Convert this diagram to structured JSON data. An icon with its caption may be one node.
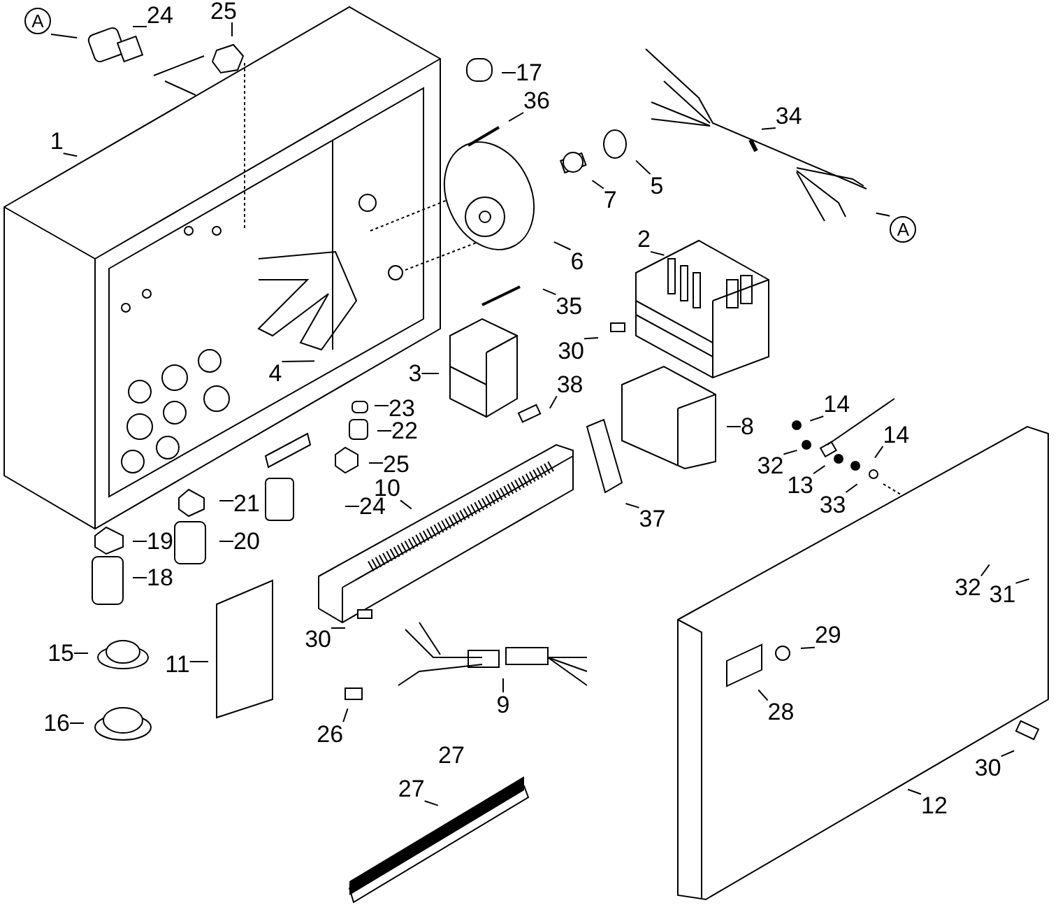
{
  "diagram": {
    "nodes": [
      {
        "text": [
          "A"
        ]
      },
      {
        "text": [
          "24"
        ]
      },
      {
        "text": [
          "25"
        ]
      },
      {
        "text": [
          "1"
        ]
      },
      {
        "text": [
          "17"
        ]
      },
      {
        "text": [
          "36"
        ]
      },
      {
        "text": [
          "5"
        ]
      },
      {
        "text": [
          "7"
        ]
      },
      {
        "text": [
          "6"
        ]
      },
      {
        "text": [
          "35"
        ]
      },
      {
        "text": [
          "34"
        ]
      },
      {
        "text": [
          "A"
        ]
      },
      {
        "text": [
          "2"
        ]
      },
      {
        "text": [
          "30"
        ]
      },
      {
        "text": [
          "3"
        ]
      },
      {
        "text": [
          "4"
        ]
      },
      {
        "text": [
          "38"
        ]
      },
      {
        "text": [
          "23"
        ]
      },
      {
        "text": [
          "22"
        ]
      },
      {
        "text": [
          "8"
        ]
      },
      {
        "text": [
          "14"
        ]
      },
      {
        "text": [
          "14"
        ]
      },
      {
        "text": [
          "32"
        ]
      },
      {
        "text": [
          "13"
        ]
      },
      {
        "text": [
          "33"
        ]
      },
      {
        "text": [
          "25"
        ]
      },
      {
        "text": [
          "10"
        ]
      },
      {
        "text": [
          "37"
        ]
      },
      {
        "text": [
          "21"
        ]
      },
      {
        "text": [
          "24"
        ]
      },
      {
        "text": [
          "19"
        ]
      },
      {
        "text": [
          "20"
        ]
      },
      {
        "text": [
          "18"
        ]
      },
      {
        "text": [
          "32"
        ]
      },
      {
        "text": [
          "31"
        ]
      },
      {
        "text": [
          "30"
        ]
      },
      {
        "text": [
          "15"
        ]
      },
      {
        "text": [
          "11"
        ]
      },
      {
        "text": [
          "9"
        ]
      },
      {
        "text": [
          "26"
        ]
      },
      {
        "text": [
          "29"
        ]
      },
      {
        "text": [
          "28"
        ]
      },
      {
        "text": [
          "16"
        ]
      },
      {
        "text": [
          "27"
        ]
      },
      {
        "text": [
          "30"
        ]
      },
      {
        "text": [
          "12"
        ]
      }
    ],
    "edges": [
      {
        "from": 0,
        "to": null,
        "arrow": "none"
      },
      {
        "from": 1,
        "to": null,
        "arrow": "none"
      },
      {
        "from": 2,
        "to": null,
        "arrow": "none"
      },
      {
        "from": 3,
        "to": null,
        "arrow": "none"
      },
      {
        "from": 4,
        "to": null,
        "arrow": "none"
      },
      {
        "from": 5,
        "to": null,
        "arrow": "none"
      },
      {
        "from": 6,
        "to": null,
        "arrow": "none"
      },
      {
        "from": 7,
        "to": null,
        "arrow": "none"
      },
      {
        "from": 8,
        "to": null,
        "arrow": "none"
      },
      {
        "from": 9,
        "to": null,
        "arrow": "none"
      },
      {
        "from": 10,
        "to": null,
        "arrow": "none"
      },
      {
        "from": 11,
        "to": null,
        "arrow": "none"
      },
      {
        "from": 12,
        "to": null,
        "arrow": "none"
      },
      {
        "from": 13,
        "to": null,
        "arrow": "none"
      },
      {
        "from": 14,
        "to": null,
        "arrow": "none"
      },
      {
        "from": 15,
        "to": null,
        "arrow": "none"
      },
      {
        "from": 16,
        "to": null,
        "arrow": "none"
      },
      {
        "from": 17,
        "to": null,
        "arrow": "none"
      },
      {
        "from": 18,
        "to": null,
        "arrow": "none"
      },
      {
        "from": 19,
        "to": null,
        "arrow": "none"
      },
      {
        "from": 20,
        "to": null,
        "arrow": "none"
      },
      {
        "from": 21,
        "to": null,
        "arrow": "none"
      },
      {
        "from": 22,
        "to": null,
        "arrow": "none"
      },
      {
        "from": 23,
        "to": null,
        "arrow": "none"
      },
      {
        "from": 24,
        "to": null,
        "arrow": "none"
      },
      {
        "from": 25,
        "to": null,
        "arrow": "none"
      },
      {
        "from": 26,
        "to": null,
        "arrow": "none"
      },
      {
        "from": 27,
        "to": null,
        "arrow": "none"
      },
      {
        "from": 28,
        "to": null,
        "arrow": "none"
      },
      {
        "from": 29,
        "to": null,
        "arrow": "none"
      },
      {
        "from": 30,
        "to": null,
        "arrow": "none"
      },
      {
        "from": 31,
        "to": null,
        "arrow": "none"
      },
      {
        "from": 32,
        "to": null,
        "arrow": "none"
      },
      {
        "from": 33,
        "to": null,
        "arrow": "none"
      },
      {
        "from": 34,
        "to": null,
        "arrow": "none"
      },
      {
        "from": 35,
        "to": null,
        "arrow": "none"
      },
      {
        "from": 36,
        "to": null,
        "arrow": "none"
      },
      {
        "from": 37,
        "to": null,
        "arrow": "none"
      },
      {
        "from": 38,
        "to": null,
        "arrow": "none"
      },
      {
        "from": 39,
        "to": null,
        "arrow": "none"
      },
      {
        "from": 40,
        "to": null,
        "arrow": "none"
      },
      {
        "from": 41,
        "to": null,
        "arrow": "none"
      },
      {
        "from": 42,
        "to": null,
        "arrow": "none"
      },
      {
        "from": 43,
        "to": null,
        "arrow": "none"
      },
      {
        "from": 44,
        "to": null,
        "arrow": "none"
      },
      {
        "from": 45,
        "to": null,
        "arrow": "none"
      }
    ],
    "labels": [
      "27"
    ]
  }
}
